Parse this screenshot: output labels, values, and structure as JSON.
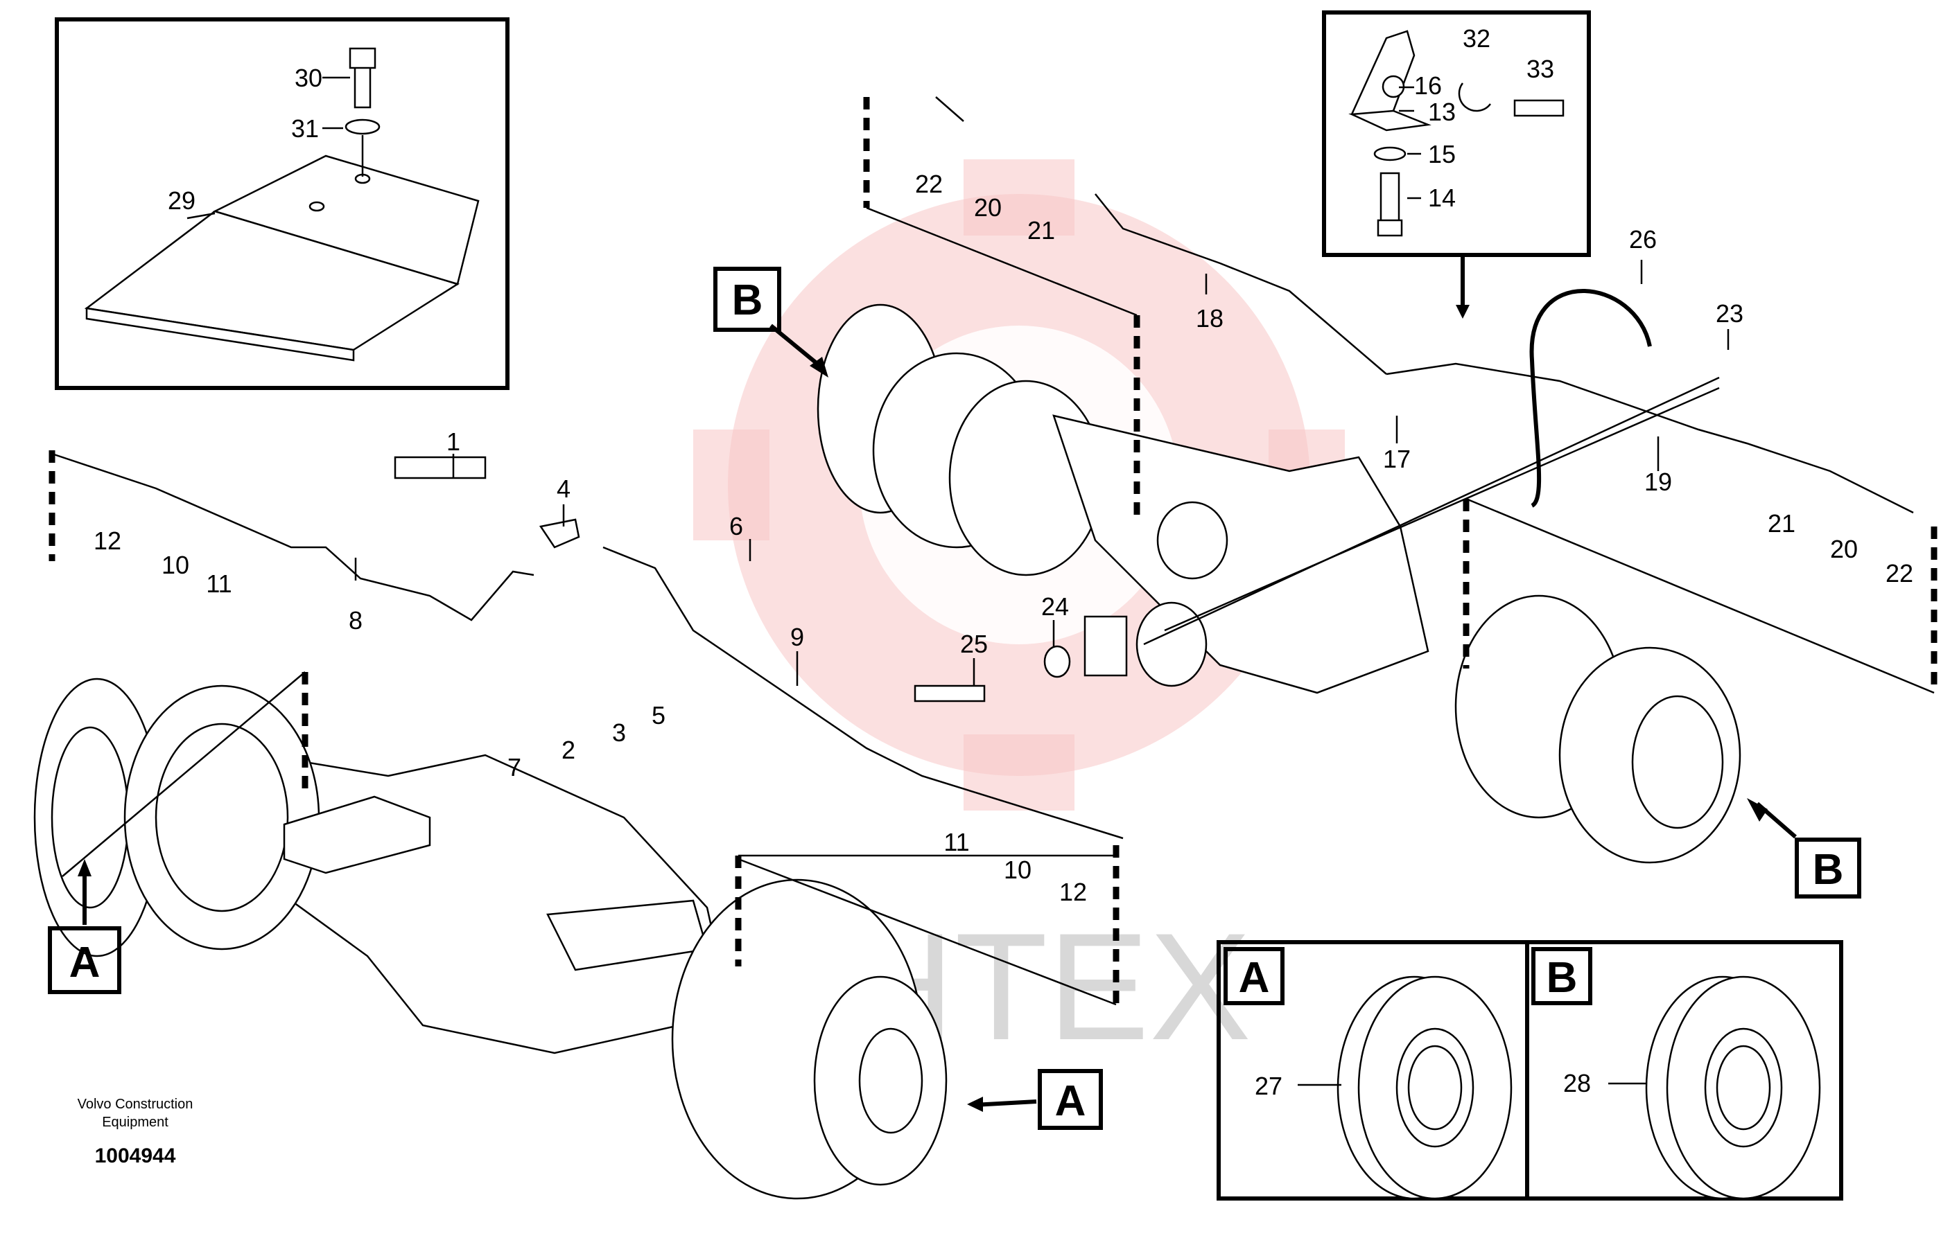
{
  "diagram": {
    "credit_lines": [
      "Volvo Construction",
      "Equipment"
    ],
    "drawing_number": "1004944",
    "watermark_text": "ИНТЕХ",
    "view_labels": [
      "A",
      "B"
    ],
    "callouts": {
      "c1": "1",
      "c2": "2",
      "c3": "3",
      "c4": "4",
      "c5": "5",
      "c6": "6",
      "c7": "7",
      "c8": "8",
      "c9": "9",
      "c10a": "10",
      "c10b": "10",
      "c11a": "11",
      "c11b": "11",
      "c12a": "12",
      "c12b": "12",
      "c13": "13",
      "c14": "14",
      "c15": "15",
      "c16": "16",
      "c17": "17",
      "c18": "18",
      "c19": "19",
      "c20a": "20",
      "c20b": "20",
      "c21a": "21",
      "c21b": "21",
      "c22a": "22",
      "c22b": "22",
      "c23": "23",
      "c24": "24",
      "c25": "25",
      "c26": "26",
      "c27": "27",
      "c28": "28",
      "c29": "29",
      "c30": "30",
      "c31": "31",
      "c32": "32",
      "c33": "33"
    }
  }
}
